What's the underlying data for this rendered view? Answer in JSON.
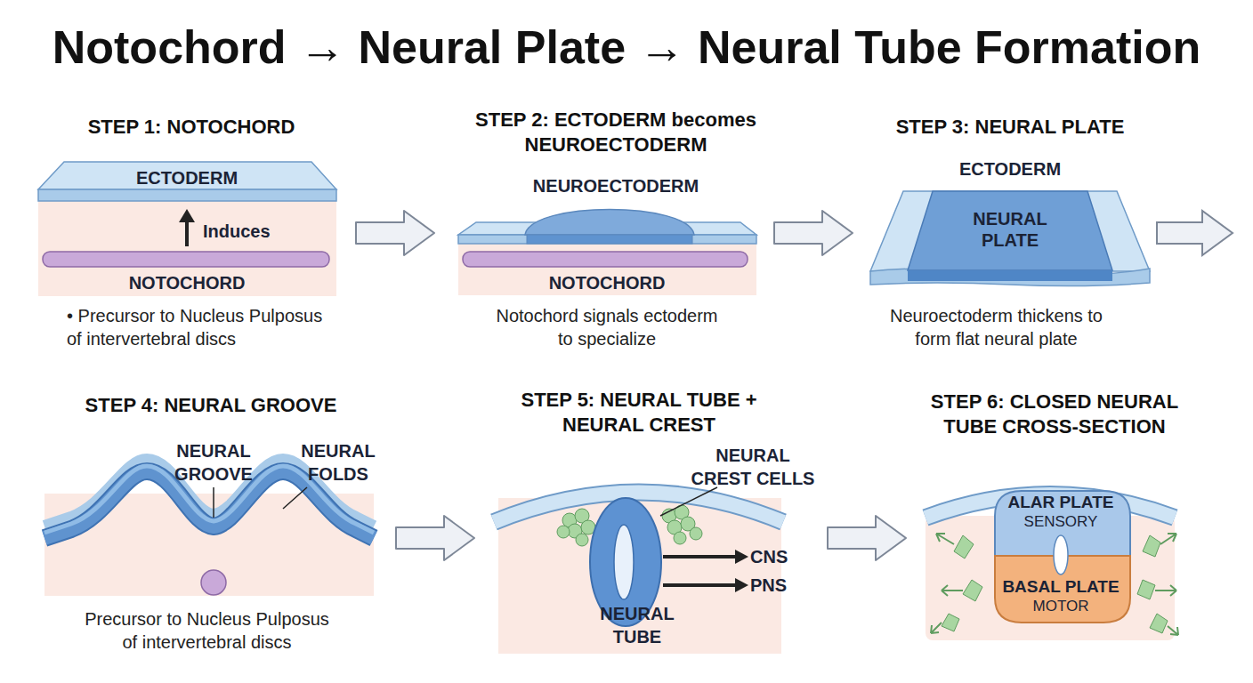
{
  "diagram": {
    "title": "Notochord → Neural Plate → Neural Tube Formation",
    "nodes": [
      {
        "text": [
          "STEP 1: NOTOCHORD",
          "• Precursor to Nucleus Pulposus of intervertebral discs"
        ]
      },
      {
        "text": [
          "STEP 2: ECTODERM becomes NEUROECTODERM",
          "Notochord signals ectoderm to specialize"
        ]
      },
      {
        "text": [
          "STEP 3: NEURAL PLATE",
          "Neuroectoderm thickens to form flat neural plate"
        ]
      },
      {
        "text": [
          "STEP 4: NEURAL GROOVE",
          "Precursor to Nucleus Pulposus of intervertebral discs"
        ]
      },
      {
        "text": [
          "STEP 5: NEURAL TUBE + NEURAL CREST"
        ]
      },
      {
        "text": [
          "STEP 6: CLOSED NEURAL TUBE CROSS-SECTION"
        ]
      }
    ],
    "edges": [
      {
        "from": 0,
        "to": 1,
        "arrow": "to"
      },
      {
        "from": 1,
        "to": 2,
        "arrow": "to"
      },
      {
        "from": 3,
        "to": 4,
        "arrow": "to"
      },
      {
        "from": 4,
        "to": 5,
        "arrow": "to"
      }
    ],
    "labels": [
      "ECTODERM",
      "Induces",
      "NOTOCHORD",
      "NEUROECTODERM",
      "NOTOCHORD",
      "ECTODERM",
      "NEURAL PLATE",
      "NEURAL GROOVE",
      "NEURAL FOLDS",
      "NEURAL CREST CELLS",
      "CNS",
      "PNS",
      "NEURAL TUBE",
      "ALAR PLATE",
      "SENSORY",
      "BASAL PLATE",
      "MOTOR"
    ]
  }
}
